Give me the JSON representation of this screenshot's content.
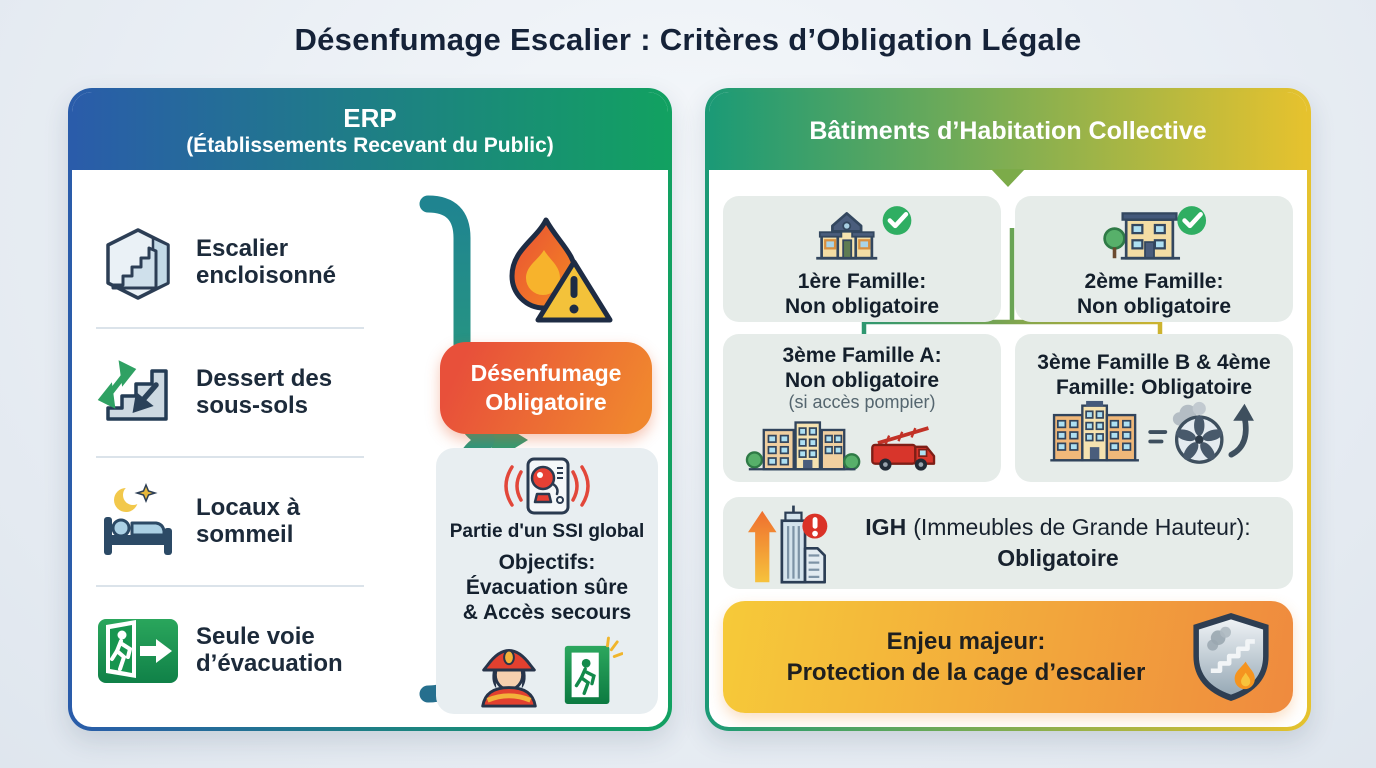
{
  "page": {
    "title": "Désenfumage Escalier : Critères d’Obligation Légale"
  },
  "erp": {
    "header_line1": "ERP",
    "header_line2": "(Établissements Recevant du Public)",
    "criteria": [
      {
        "label": "Escalier encloisonné",
        "icon": "enclosed-staircase-icon"
      },
      {
        "label": "Dessert des sous-sols",
        "icon": "basement-stairs-icon"
      },
      {
        "label": "Locaux à sommeil",
        "icon": "sleeping-area-icon"
      },
      {
        "label": "Seule voie d’évacuation",
        "icon": "exit-sign-icon"
      }
    ],
    "badge_line1": "Désenfumage",
    "badge_line2": "Obligatoire",
    "ssi": {
      "part": "Partie d'un SSI global",
      "objectives_title": "Objectifs:",
      "objective1": "Évacuation sûre",
      "objective2": "& Accès secours"
    }
  },
  "hab": {
    "header": "Bâtiments d’Habitation Collective",
    "families": [
      {
        "line1": "1ère Famille:",
        "line2": "Non obligatoire",
        "icon": "house-check-icon"
      },
      {
        "line1": "2ème Famille:",
        "line2": "Non obligatoire",
        "icon": "building-tree-check-icon"
      },
      {
        "line1": "3ème Famille A:",
        "line2": "Non obligatoire",
        "note": "(si accès pompier)",
        "icon": "buildings-firetruck-icon"
      },
      {
        "line1": "3ème Famille B & 4ème",
        "line2": "Famille: Obligatoire",
        "icon": "building-extraction-fan-icon"
      }
    ],
    "igh": {
      "acronym": "IGH",
      "label": "(Immeubles de Grande Hauteur):",
      "status": "Obligatoire",
      "icon": "high-rise-alert-icon"
    },
    "banner": {
      "line1": "Enjeu majeur:",
      "line2": "Protection de la cage d’escalier",
      "icon": "shield-staircase-fire-icon"
    }
  },
  "colors": {
    "erp_header_start": "#2a5caa",
    "erp_header_end": "#12a161",
    "hab_header_start": "#1b9a76",
    "hab_header_end": "#e6c22e",
    "badge_start": "#e8503a",
    "badge_end": "#f0872e",
    "banner_start": "#f6ca39",
    "banner_end": "#ef8a3e",
    "brace_teal": "#217f8c",
    "check_green": "#2fae62",
    "alert_red": "#da3227",
    "title_navy": "#152238"
  }
}
